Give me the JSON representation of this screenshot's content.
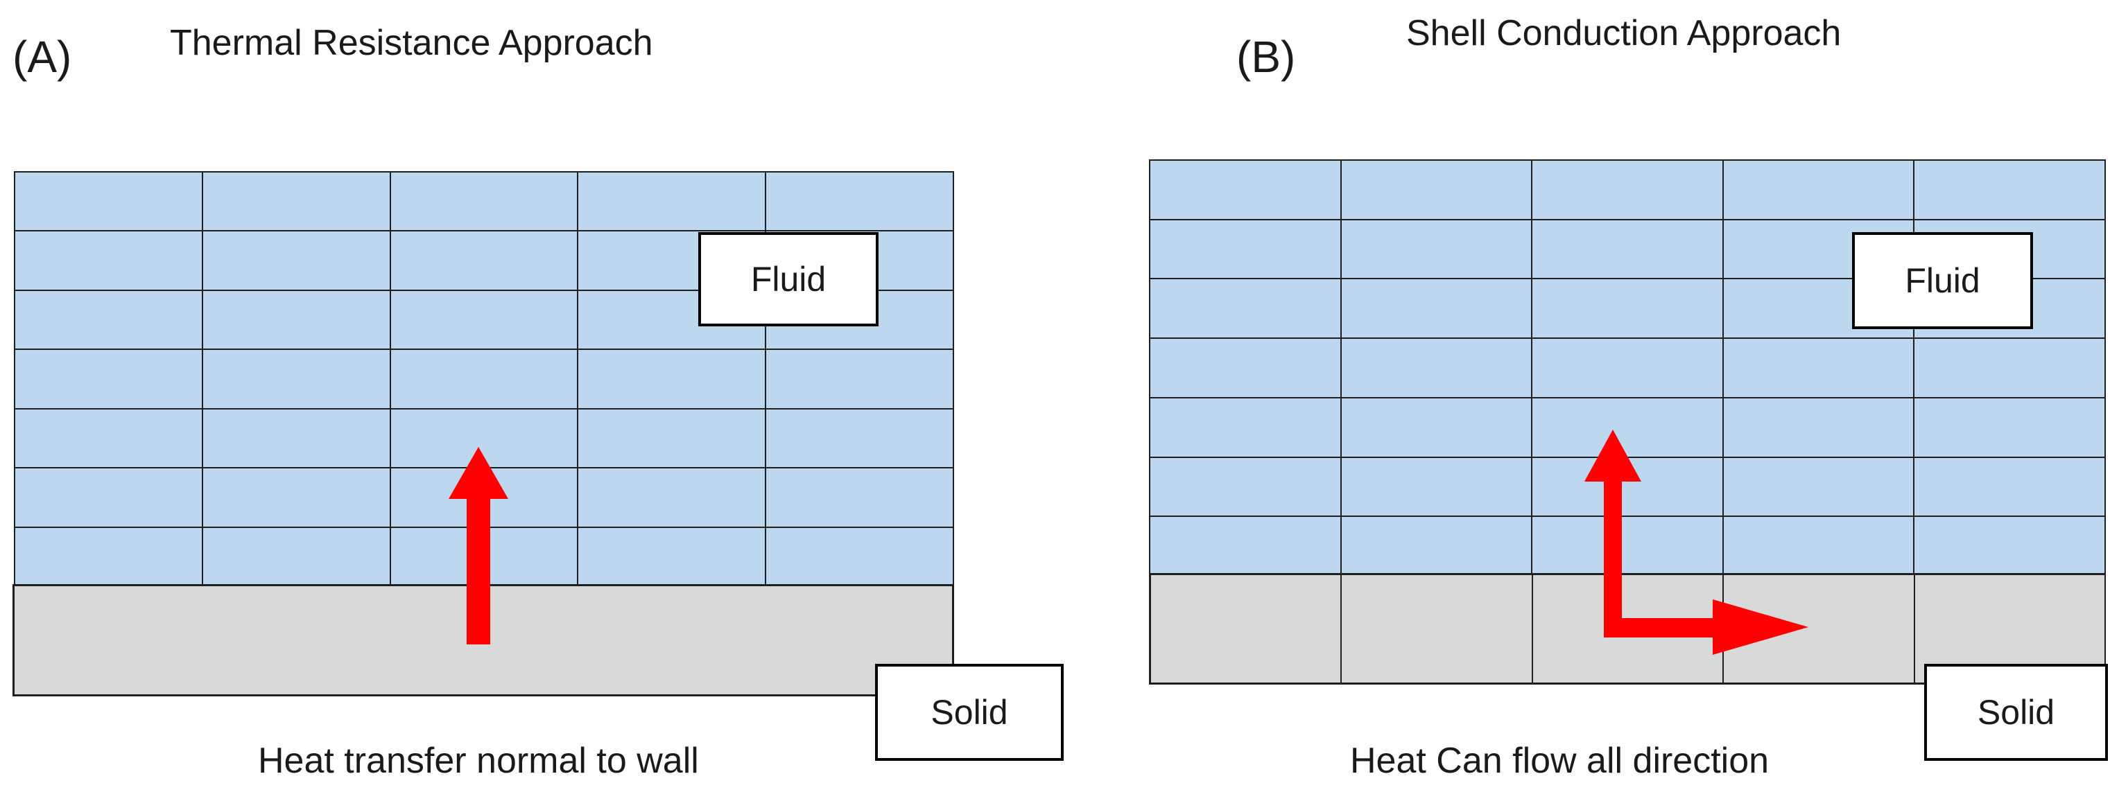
{
  "panel_a": {
    "letter": "(A)",
    "title": "Thermal Resistance Approach",
    "fluid_label": "Fluid",
    "solid_label": "Solid",
    "caption": "Heat transfer normal to wall",
    "fluid_grid": {
      "rows": 7,
      "cols": 5
    }
  },
  "panel_b": {
    "letter": "(B)",
    "title": "Shell Conduction Approach",
    "fluid_label": "Fluid",
    "solid_label": "Solid",
    "caption": "Heat Can flow all direction",
    "fluid_grid": {
      "rows": 7,
      "cols": 5
    },
    "solid_grid": {
      "rows": 1,
      "cols": 5
    }
  },
  "colors": {
    "fluid": "#bdd7ee",
    "solid": "#d9d9d9",
    "arrow": "#ff0000",
    "gridline": "#1f1f1f"
  }
}
